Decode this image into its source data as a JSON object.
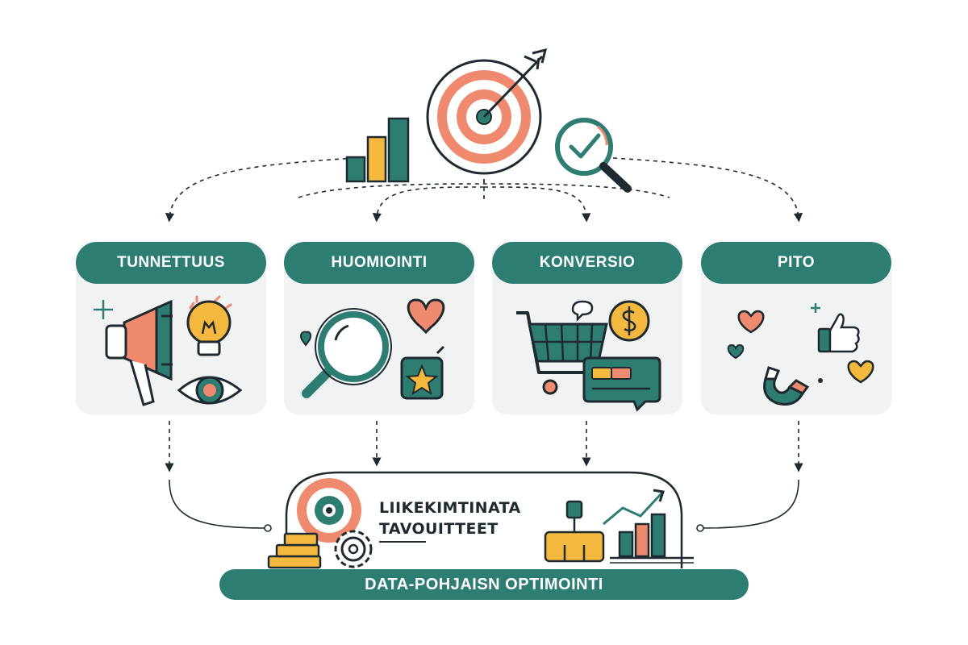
{
  "colors": {
    "teal": "#2e7d73",
    "coral": "#ef8a6e",
    "yellow": "#f3b83d",
    "navy": "#1f2a30",
    "card": "#f1f3f2"
  },
  "top_icons": [
    "bar-chart-icon",
    "target-arrow-icon",
    "magnifier-check-icon"
  ],
  "stages": [
    {
      "label": "TUNNETTUUS",
      "icons": [
        "megaphone-icon",
        "lightbulb-icon",
        "eye-icon"
      ]
    },
    {
      "label": "HUOMIOINTI",
      "icons": [
        "magnifier-icon",
        "heart-icon",
        "star-card-icon"
      ]
    },
    {
      "label": "KONVERSIO",
      "icons": [
        "shopping-cart-icon",
        "coin-icon",
        "credit-card-icon"
      ]
    },
    {
      "label": "PITO",
      "icons": [
        "magnet-icon",
        "thumbs-up-icon",
        "heart-icon"
      ]
    }
  ],
  "goal": {
    "line1": "LIIKEKIMTINATA",
    "line2": "TAVOUITTEET"
  },
  "bottom_bar": {
    "label": "DATA-POHJAISN OPTIMOINTI"
  }
}
